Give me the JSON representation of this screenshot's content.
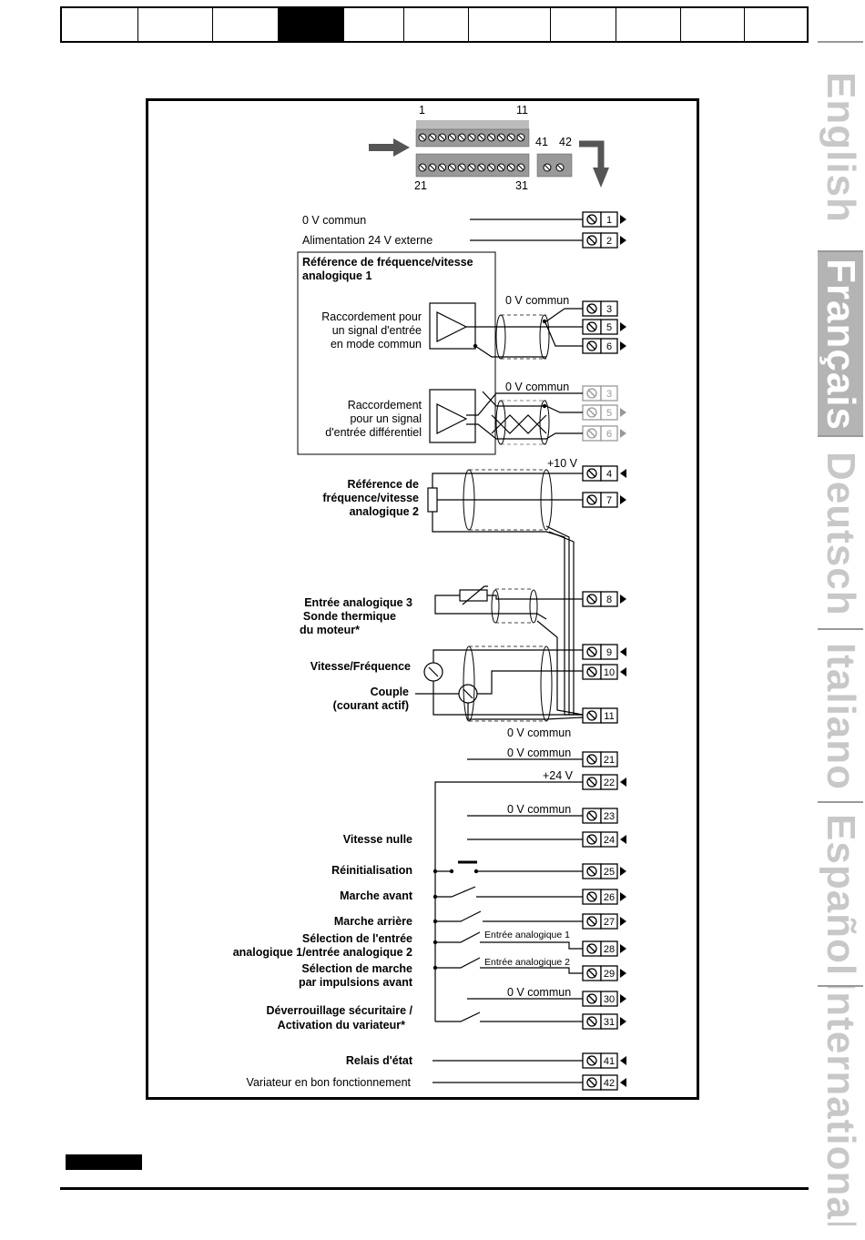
{
  "header": {
    "tab_count": 11,
    "active_tab_index": 3
  },
  "languages": [
    {
      "label": "English",
      "active": false
    },
    {
      "label": "Français",
      "active": true
    },
    {
      "label": "Deutsch",
      "active": false
    },
    {
      "label": "Italiano",
      "active": false
    },
    {
      "label": "Español",
      "active": false
    },
    {
      "label": "International",
      "active": false
    }
  ],
  "connector": {
    "top_left": "1",
    "top_right": "11",
    "bottom_left": "21",
    "bottom_right": "31",
    "relay_left": "41",
    "relay_right": "42"
  },
  "terminals": [
    "1",
    "2",
    "3",
    "5",
    "6",
    "3",
    "5",
    "6",
    "4",
    "7",
    "8",
    "9",
    "10",
    "11",
    "21",
    "22",
    "23",
    "24",
    "25",
    "26",
    "27",
    "28",
    "29",
    "30",
    "31",
    "41",
    "42"
  ],
  "labels": {
    "zero_v_common": "0 V commun",
    "ext_24v": "Alimentation 24 V externe",
    "ref1_title_1": "Référence de fréquence/vitesse",
    "ref1_title_2": "analogique 1",
    "common_mode_1": "Raccordement pour",
    "common_mode_2": "un signal d'entrée",
    "common_mode_3": "en mode commun",
    "diff_1": "Raccordement",
    "diff_2": "pour un signal",
    "diff_3": "d'entrée différentiel",
    "plus10": "+10 V",
    "ref2_1": "Référence de",
    "ref2_2": "fréquence/vitesse",
    "ref2_3": "analogique 2",
    "ain3_1": "Entrée analogique 3",
    "ain3_2": "Sonde thermique",
    "ain3_3": "du moteur*",
    "speed_freq": "Vitesse/Fréquence",
    "torque_1": "Couple",
    "torque_2": "(courant actif)",
    "plus24": "+24 V",
    "zero_speed": "Vitesse nulle",
    "reset": "Réinitialisation",
    "run_fwd": "Marche avant",
    "run_rev": "Marche arrière",
    "ain_sel_1": "Sélection de l'entrée",
    "ain_sel_2": "analogique 1/entrée analogique 2",
    "jog_1": "Sélection de marche",
    "jog_2": "par impulsions avant",
    "enable_1": "Déverrouillage sécuritaire /",
    "enable_2": "Activation du variateur*",
    "ain1_small": "Entrée analogique 1",
    "ain2_small": "Entrée analogique 2",
    "status_relay": "Relais d'état",
    "drive_ok": "Variateur en bon fonctionnement"
  }
}
